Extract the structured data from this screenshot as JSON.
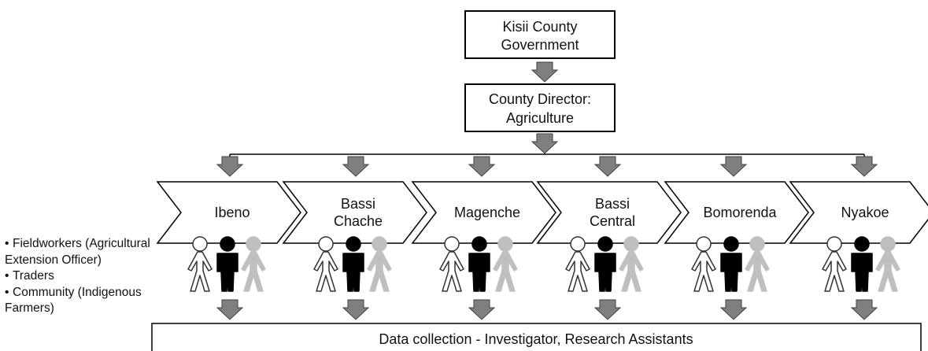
{
  "top": {
    "government": [
      "Kisii County",
      "Government"
    ],
    "director": [
      "County Director:",
      "Agriculture"
    ]
  },
  "wards": [
    [
      "Ibeno"
    ],
    [
      "Bassi",
      "Chache"
    ],
    [
      "Magenche"
    ],
    [
      "Bassi",
      "Central"
    ],
    [
      "Bomorenda"
    ],
    [
      "Nyakoe"
    ]
  ],
  "participants": {
    "bullets": [
      [
        "Fieldworkers (Agricultural",
        "Extension Officer)"
      ],
      [
        "Traders"
      ],
      [
        "Community (Indigenous",
        "Farmers)"
      ]
    ],
    "figure_colors": {
      "fieldworker": "#ffffff",
      "trader": "#000000",
      "community": "#bfbfbf"
    }
  },
  "data_collection": "Data collection - Investigator, Research Assistants",
  "colors": {
    "arrow_fill": "#7f7f7f",
    "arrow_stroke": "#3f3f3f",
    "line": "#000000"
  }
}
